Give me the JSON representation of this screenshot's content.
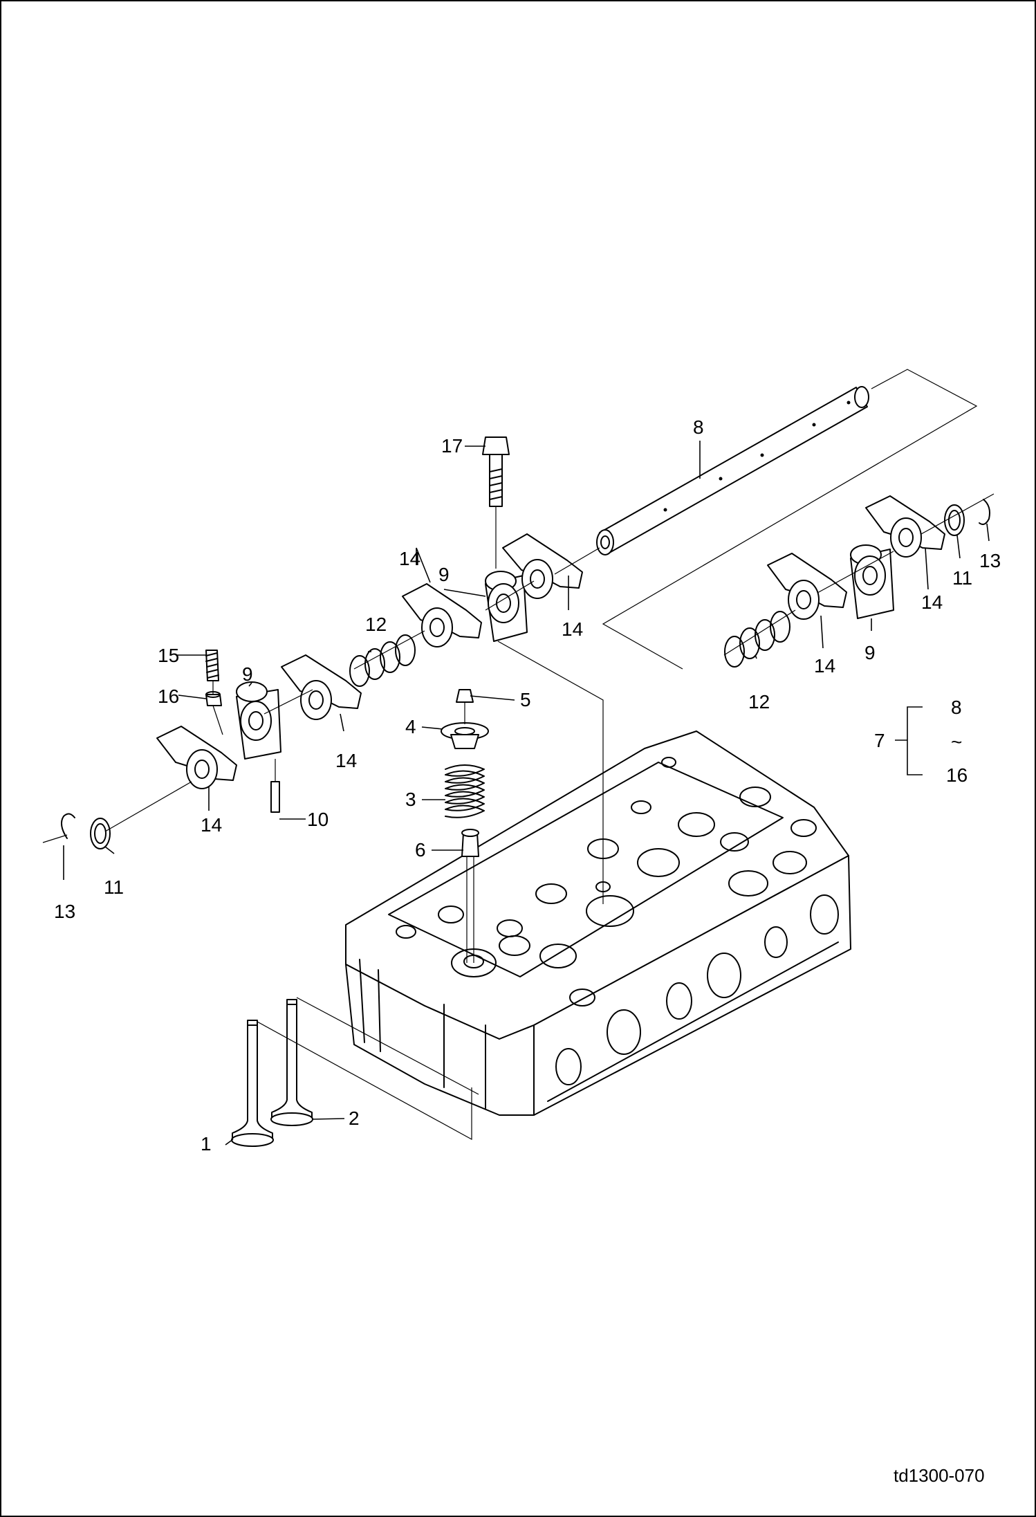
{
  "diagram": {
    "reference_code": "td1300-070",
    "callouts": [
      {
        "id": "c1",
        "text": "1"
      },
      {
        "id": "c2",
        "text": "2"
      },
      {
        "id": "c3",
        "text": "3"
      },
      {
        "id": "c4",
        "text": "4"
      },
      {
        "id": "c5",
        "text": "5"
      },
      {
        "id": "c6",
        "text": "6"
      },
      {
        "id": "c7",
        "text": "7"
      },
      {
        "id": "c8a",
        "text": "8"
      },
      {
        "id": "c8b",
        "text": "8"
      },
      {
        "id": "c9a",
        "text": "9"
      },
      {
        "id": "c9b",
        "text": "9"
      },
      {
        "id": "c9c",
        "text": "9"
      },
      {
        "id": "c10",
        "text": "10"
      },
      {
        "id": "c11a",
        "text": "11"
      },
      {
        "id": "c11b",
        "text": "11"
      },
      {
        "id": "c12a",
        "text": "12"
      },
      {
        "id": "c12b",
        "text": "12"
      },
      {
        "id": "c13a",
        "text": "13"
      },
      {
        "id": "c13b",
        "text": "13"
      },
      {
        "id": "c14a",
        "text": "14"
      },
      {
        "id": "c14b",
        "text": "14"
      },
      {
        "id": "c14c",
        "text": "14"
      },
      {
        "id": "c14d",
        "text": "14"
      },
      {
        "id": "c14e",
        "text": "14"
      },
      {
        "id": "c14f",
        "text": "14"
      },
      {
        "id": "c15",
        "text": "15"
      },
      {
        "id": "c16a",
        "text": "16"
      },
      {
        "id": "c16b",
        "text": "16"
      },
      {
        "id": "c17",
        "text": "17"
      }
    ],
    "assembly_bracket": {
      "parent": "7",
      "from": "8",
      "range_symbol": "~",
      "to": "16"
    }
  }
}
